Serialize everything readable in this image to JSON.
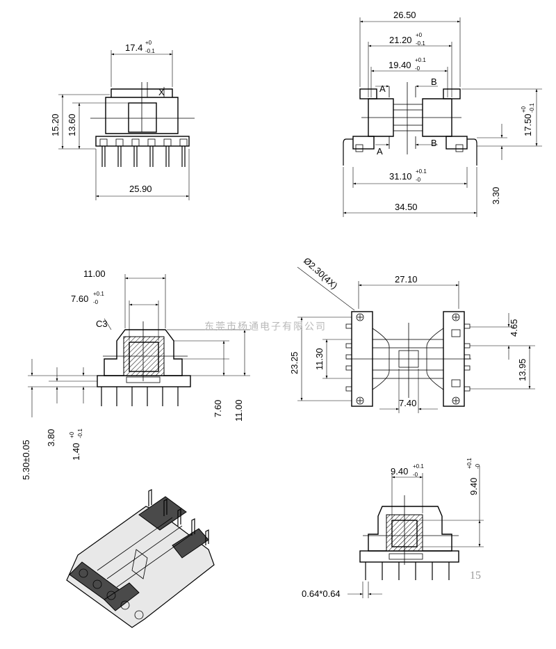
{
  "views": {
    "side_left": {
      "width_top": "17.4",
      "width_top_tol_upper": "+0",
      "width_top_tol_lower": "-0.1",
      "height_outer": "15.20",
      "height_inner": "13.60",
      "width_bottom": "25.90",
      "marker": "X"
    },
    "top_right": {
      "overall_top": "26.50",
      "inner_1": "21.20",
      "inner_1_tol_upper": "+0",
      "inner_1_tol_lower": "-0.1",
      "inner_2": "19.40",
      "inner_2_tol_upper": "+0.1",
      "inner_2_tol_lower": "-0",
      "height": "17.50",
      "height_tol_upper": "+0",
      "height_tol_lower": "-0.1",
      "pin_span": "31.10",
      "pin_span_tol_upper": "+0.1",
      "pin_span_tol_lower": "-0",
      "overall_bottom": "34.50",
      "pin_offset": "3.30",
      "section_a": "A",
      "section_b": "B"
    },
    "front_mid_left": {
      "width_outer": "11.00",
      "window_width": "7.60",
      "window_width_tol_upper": "+0.1",
      "window_width_tol_lower": "-0",
      "chamfer": "C3",
      "height_outer": "11.00",
      "height_window": "7.60",
      "height_pins_1": "5.30±0.05",
      "height_pins_2": "3.80",
      "height_pins_3": "1.40",
      "height_pins_3_tol_upper": "+0",
      "height_pins_3_tol_lower": "-0.1"
    },
    "bottom_mid_right": {
      "hole_diameter": "Ø2.30(4X)",
      "width": "27.10",
      "height": "23.25",
      "inner_height": "11.30",
      "pin_pitch": "4.65",
      "pin_group": "13.95",
      "center_gap": "7.40"
    },
    "front_bottom_right": {
      "window_width": "9.40",
      "window_width_tol_upper": "+0.1",
      "window_width_tol_lower": "-0",
      "window_height": "9.40",
      "window_height_tol_upper": "+0.1",
      "window_height_tol_lower": "-0",
      "pin_size": "0.64*0.64"
    }
  },
  "watermark": "东莞市杨通电子有限公司",
  "page_number": "15"
}
